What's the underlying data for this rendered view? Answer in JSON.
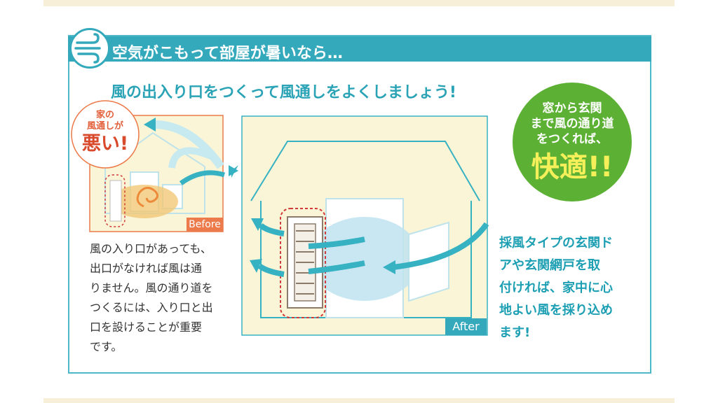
{
  "header": {
    "title": "空気がこもって部屋が暑いなら…",
    "icon": "wind-icon",
    "color": "#34a9bb"
  },
  "subtitle": "風の出入り口をつくって風通しをよくしましょう!",
  "before": {
    "badge_line1": "家の",
    "badge_line2": "風通しが",
    "badge_strong": "悪い!",
    "label": "Before",
    "accent": "#ec7a4a"
  },
  "after": {
    "label": "After"
  },
  "left_description": [
    "風の入り口があっても、",
    "出口がなければ風は通",
    "りません。風の通り道を",
    "つくるには、入り口と出",
    "口を設けることが重要",
    "です。"
  ],
  "callout": {
    "lines": [
      "窓から玄関",
      "まで風の通り道",
      "をつくれば、"
    ],
    "highlight": "快適!!",
    "color": "#5cb135"
  },
  "right_description": [
    "採風タイプの玄関ド",
    "アや玄関網戸を取",
    "付ければ、家中に心",
    "地よい風を採り込め",
    "ます!"
  ]
}
